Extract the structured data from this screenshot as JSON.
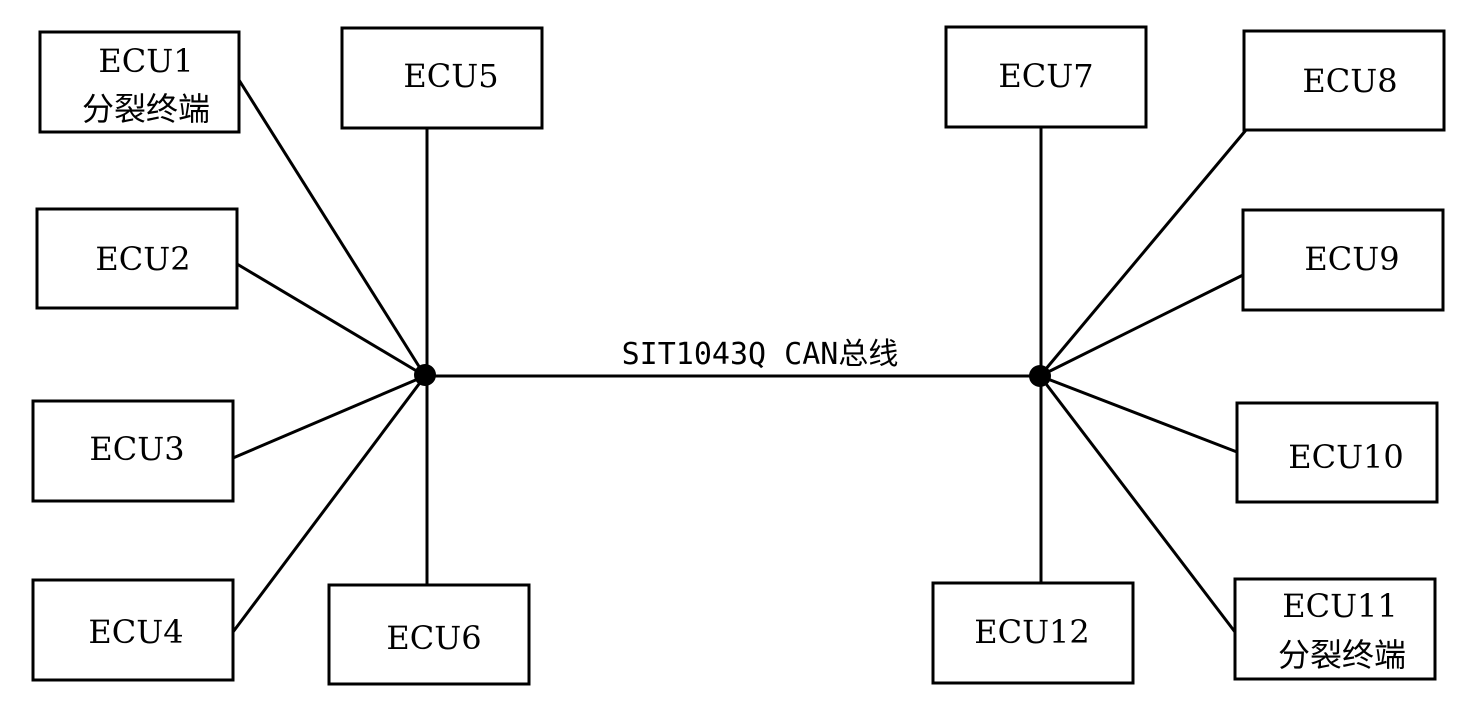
{
  "bus": {
    "label": "SIT1043Q CAN总线"
  },
  "ecus": {
    "ecu1": {
      "name": "ECU1",
      "role": "分裂终端"
    },
    "ecu2": {
      "name": "ECU2"
    },
    "ecu3": {
      "name": "ECU3"
    },
    "ecu4": {
      "name": "ECU4"
    },
    "ecu5": {
      "name": "ECU5"
    },
    "ecu6": {
      "name": "ECU6"
    },
    "ecu7": {
      "name": "ECU7"
    },
    "ecu8": {
      "name": "ECU8"
    },
    "ecu9": {
      "name": "ECU9"
    },
    "ecu10": {
      "name": "ECU10"
    },
    "ecu11": {
      "name": "ECU11",
      "role": "分裂终端"
    },
    "ecu12": {
      "name": "ECU12"
    }
  },
  "connections": {
    "left_hub": [
      "ecu1",
      "ecu2",
      "ecu3",
      "ecu4",
      "ecu5",
      "ecu6"
    ],
    "right_hub": [
      "ecu7",
      "ecu8",
      "ecu9",
      "ecu10",
      "ecu11",
      "ecu12"
    ]
  }
}
